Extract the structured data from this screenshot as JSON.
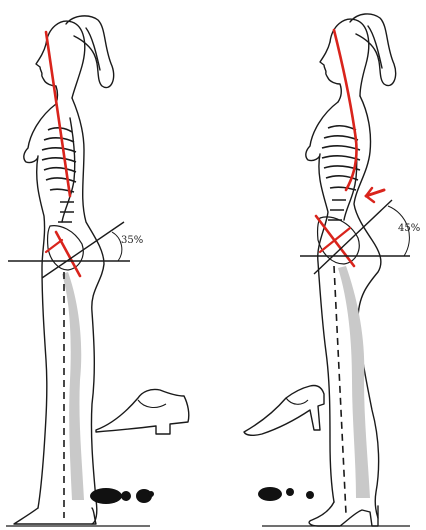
{
  "colors": {
    "outline": "#1a1a1a",
    "spine_axis": "#d9241c",
    "leg_shade": "#c9c9c9",
    "background": "#ffffff"
  },
  "panels": [
    {
      "id": "flat",
      "pelvic_angle_label": "35%",
      "footwear": "flat-shoe",
      "footprint": "full-foot-contact"
    },
    {
      "id": "high-heel",
      "pelvic_angle_label": "45%",
      "footwear": "high-heel-shoe",
      "footprint": "forefoot-and-heel-contact",
      "indicator": "lumbar-arrow"
    }
  ]
}
